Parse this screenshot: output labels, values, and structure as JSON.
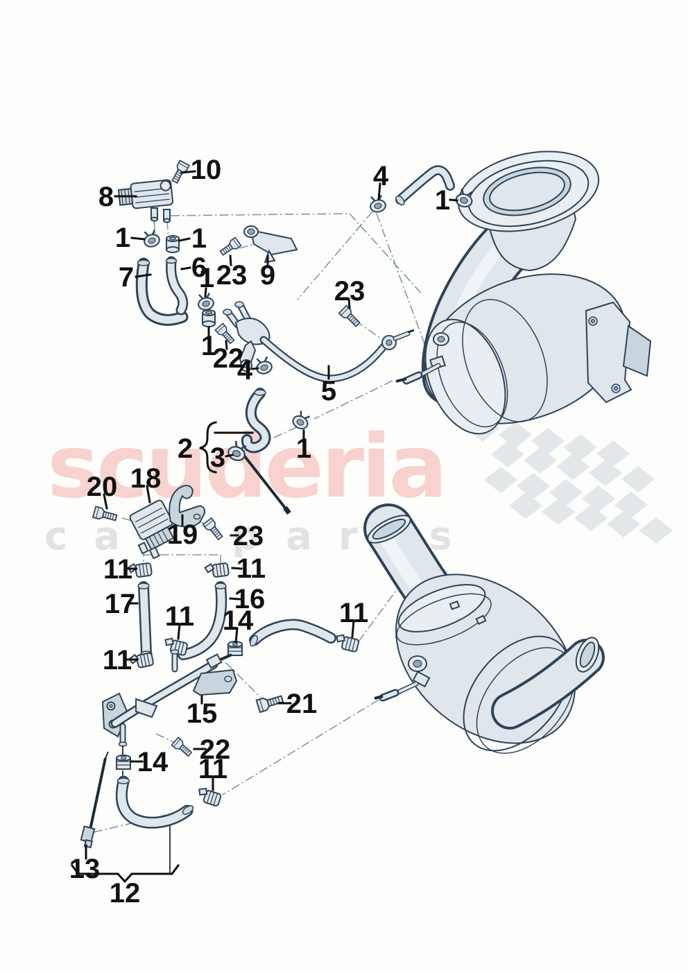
{
  "watermark": {
    "brand": "scuderia",
    "subtitle": "car parts"
  },
  "colors": {
    "outline": "#2e4356",
    "part_fill": "#dfe6ec",
    "label": "#111111",
    "construction": "#7e98ac",
    "wm_pink": "#f7d2cf",
    "wm_gray": "#e2e2e2",
    "checker": "#e3e7ea"
  },
  "callouts": [
    {
      "label": "10"
    },
    {
      "label": "8"
    },
    {
      "label": "1"
    },
    {
      "label": "1"
    },
    {
      "label": "6"
    },
    {
      "label": "7"
    },
    {
      "label": "23"
    },
    {
      "label": "9"
    },
    {
      "label": "4"
    },
    {
      "label": "1"
    },
    {
      "label": "23"
    },
    {
      "label": "1"
    },
    {
      "label": "1"
    },
    {
      "label": "22"
    },
    {
      "label": "4"
    },
    {
      "label": "5"
    },
    {
      "label": "2"
    },
    {
      "label": "3"
    },
    {
      "label": "1"
    },
    {
      "label": "20"
    },
    {
      "label": "18"
    },
    {
      "label": "19"
    },
    {
      "label": "23"
    },
    {
      "label": "11"
    },
    {
      "label": "11"
    },
    {
      "label": "17"
    },
    {
      "label": "16"
    },
    {
      "label": "11"
    },
    {
      "label": "14"
    },
    {
      "label": "11"
    },
    {
      "label": "11"
    },
    {
      "label": "15"
    },
    {
      "label": "21"
    },
    {
      "label": "22"
    },
    {
      "label": "14"
    },
    {
      "label": "11"
    },
    {
      "label": "13"
    },
    {
      "label": "12"
    }
  ]
}
